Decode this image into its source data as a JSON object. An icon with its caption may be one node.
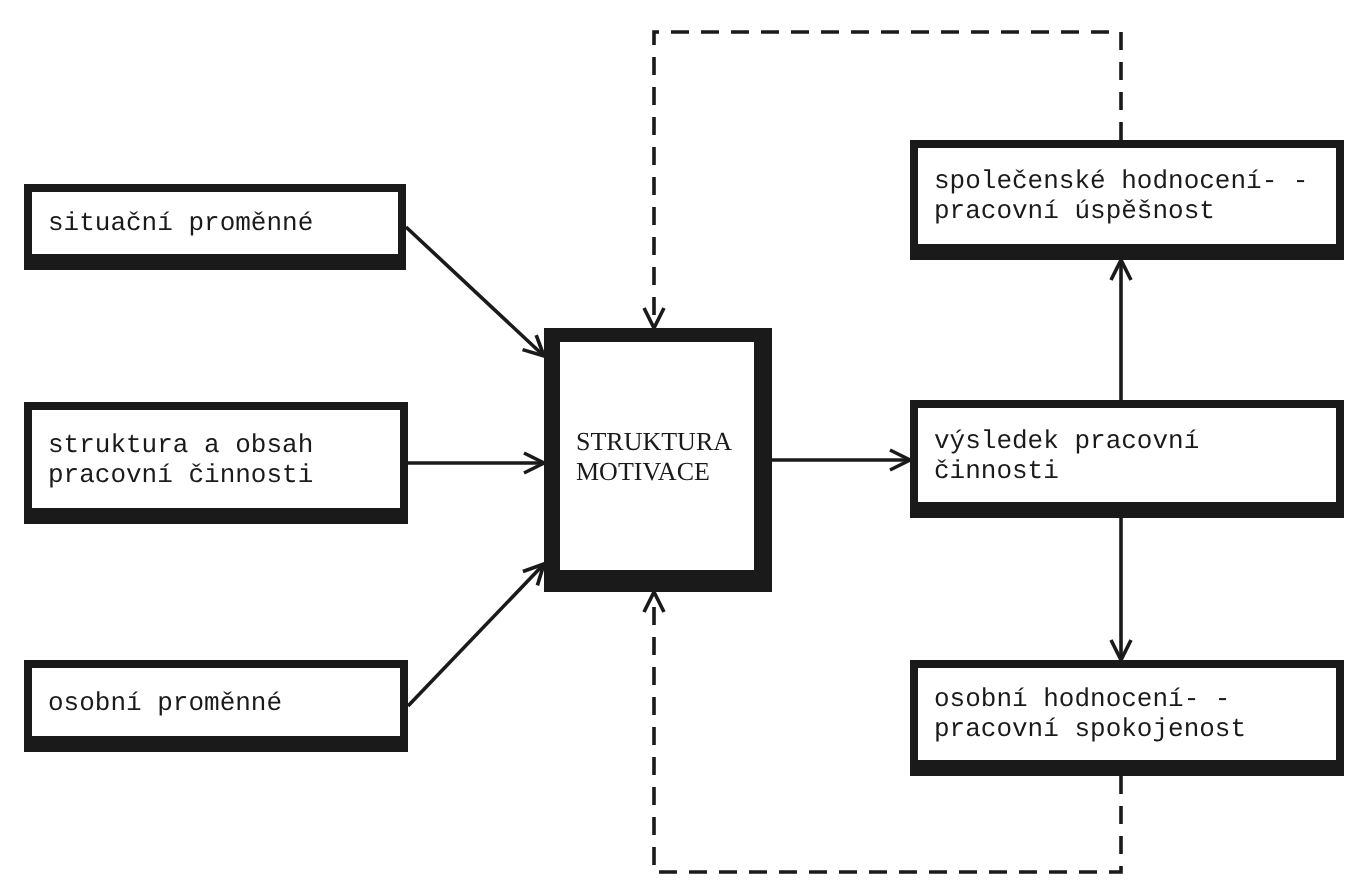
{
  "diagram": {
    "nodes": [
      {
        "text": [
          "situační proměnné"
        ]
      },
      {
        "text": [
          "struktura a obsah pracovní činnosti"
        ]
      },
      {
        "text": [
          "osobní proměnné"
        ]
      },
      {
        "text": [
          "STRUKTURA MOTIVACE"
        ]
      },
      {
        "text": [
          "společenské hodnocení- -pracovní úspěšnost"
        ]
      },
      {
        "text": [
          "výsledek pracovní činnosti"
        ]
      },
      {
        "text": [
          "osobní hodnocení- -pracovní spokojenost"
        ]
      }
    ],
    "edges": [
      {
        "from": 0,
        "to": 3,
        "arrow": "to"
      },
      {
        "from": 1,
        "to": 3,
        "arrow": "to"
      },
      {
        "from": 2,
        "to": 3,
        "arrow": "to"
      },
      {
        "from": 3,
        "to": 5,
        "arrow": "to"
      },
      {
        "from": 5,
        "to": 4,
        "arrow": "to"
      },
      {
        "from": 5,
        "to": 6,
        "arrow": "to"
      },
      {
        "from": 4,
        "to": 3,
        "arrow": "to",
        "style": "dashed"
      },
      {
        "from": 6,
        "to": 3,
        "arrow": "to",
        "style": "dashed"
      }
    ]
  }
}
